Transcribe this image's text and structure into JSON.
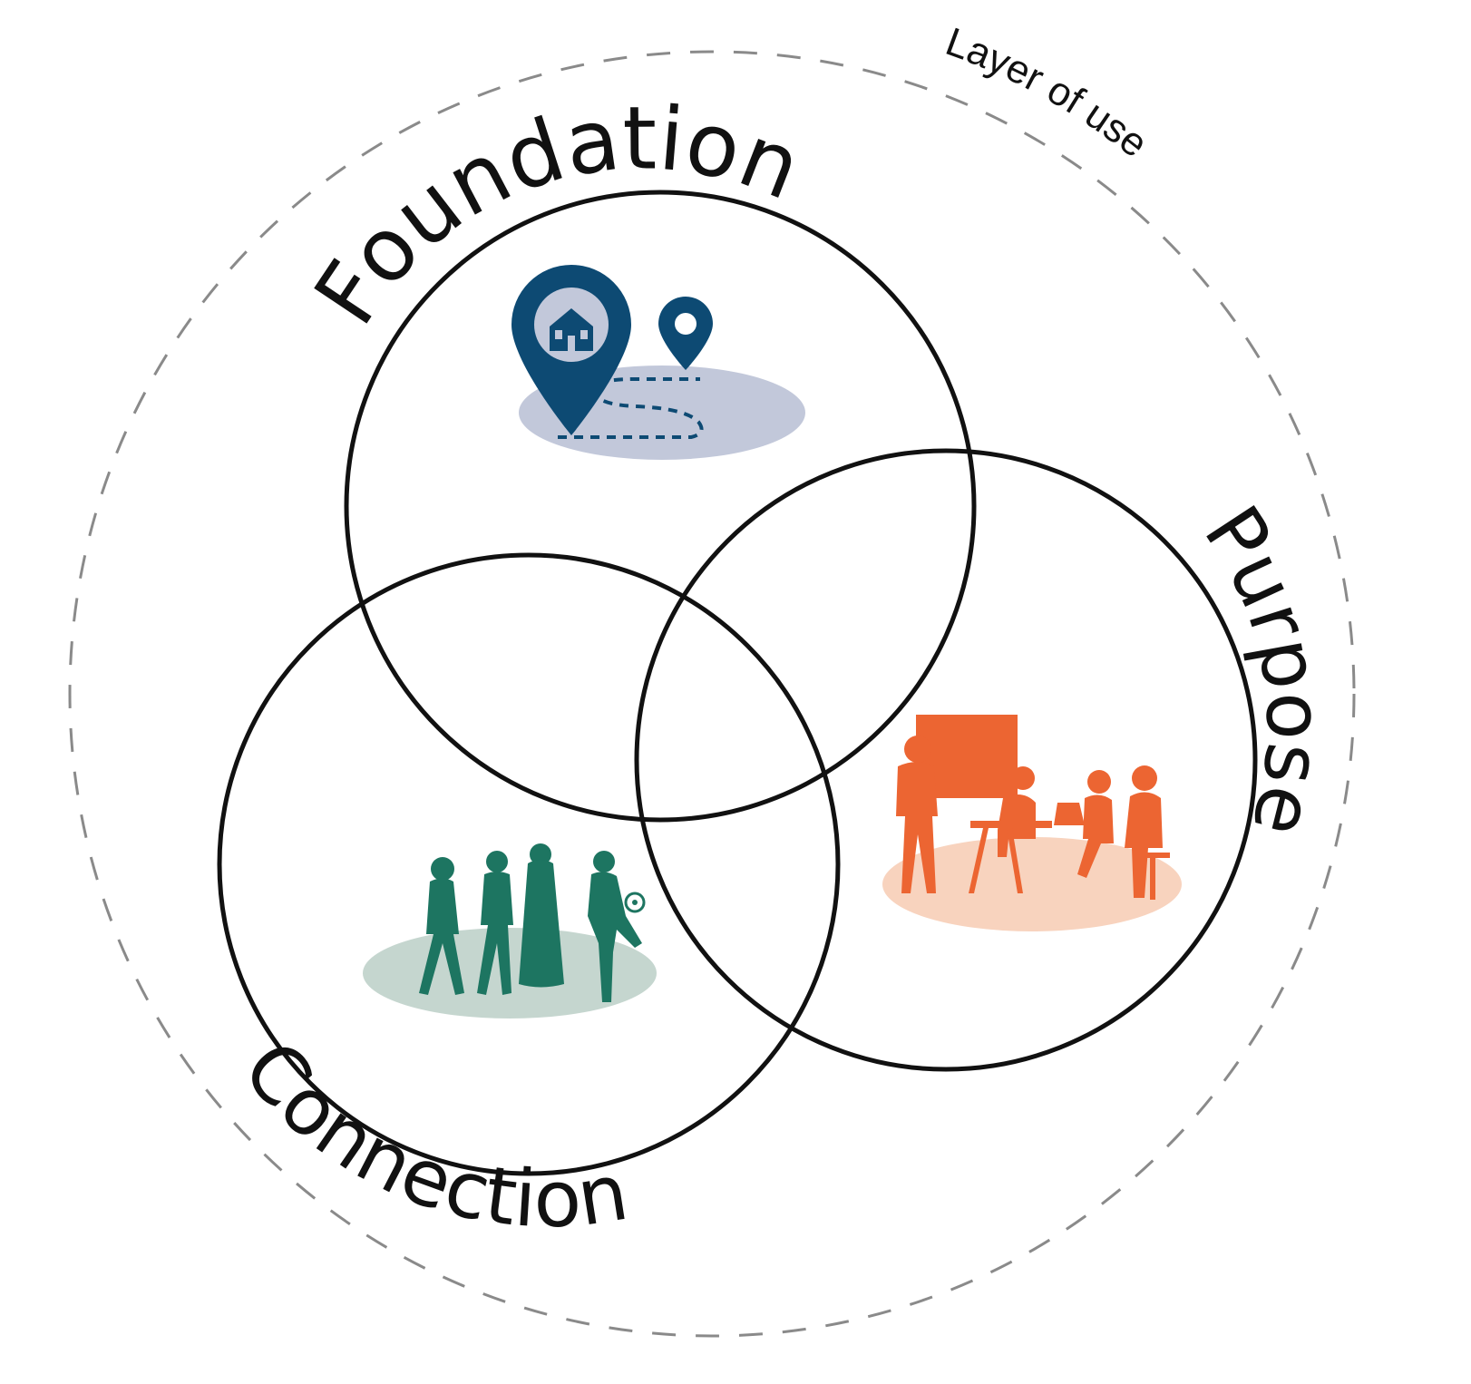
{
  "diagram": {
    "outer_label": "Layer of use",
    "circles": [
      {
        "label": "Foundation",
        "icon": "location-pin-house-icon",
        "color": "#0d4a73",
        "ground_color": "#c2c8da"
      },
      {
        "label": "Purpose",
        "icon": "people-workshop-icon",
        "color": "#ec6532",
        "ground_color": "#f8d3be"
      },
      {
        "label": "Connection",
        "icon": "people-walking-icon",
        "color": "#1d7561",
        "ground_color": "#c5d6cf"
      }
    ],
    "line_color": "#111111",
    "dashed_color": "#8a8a8a"
  }
}
